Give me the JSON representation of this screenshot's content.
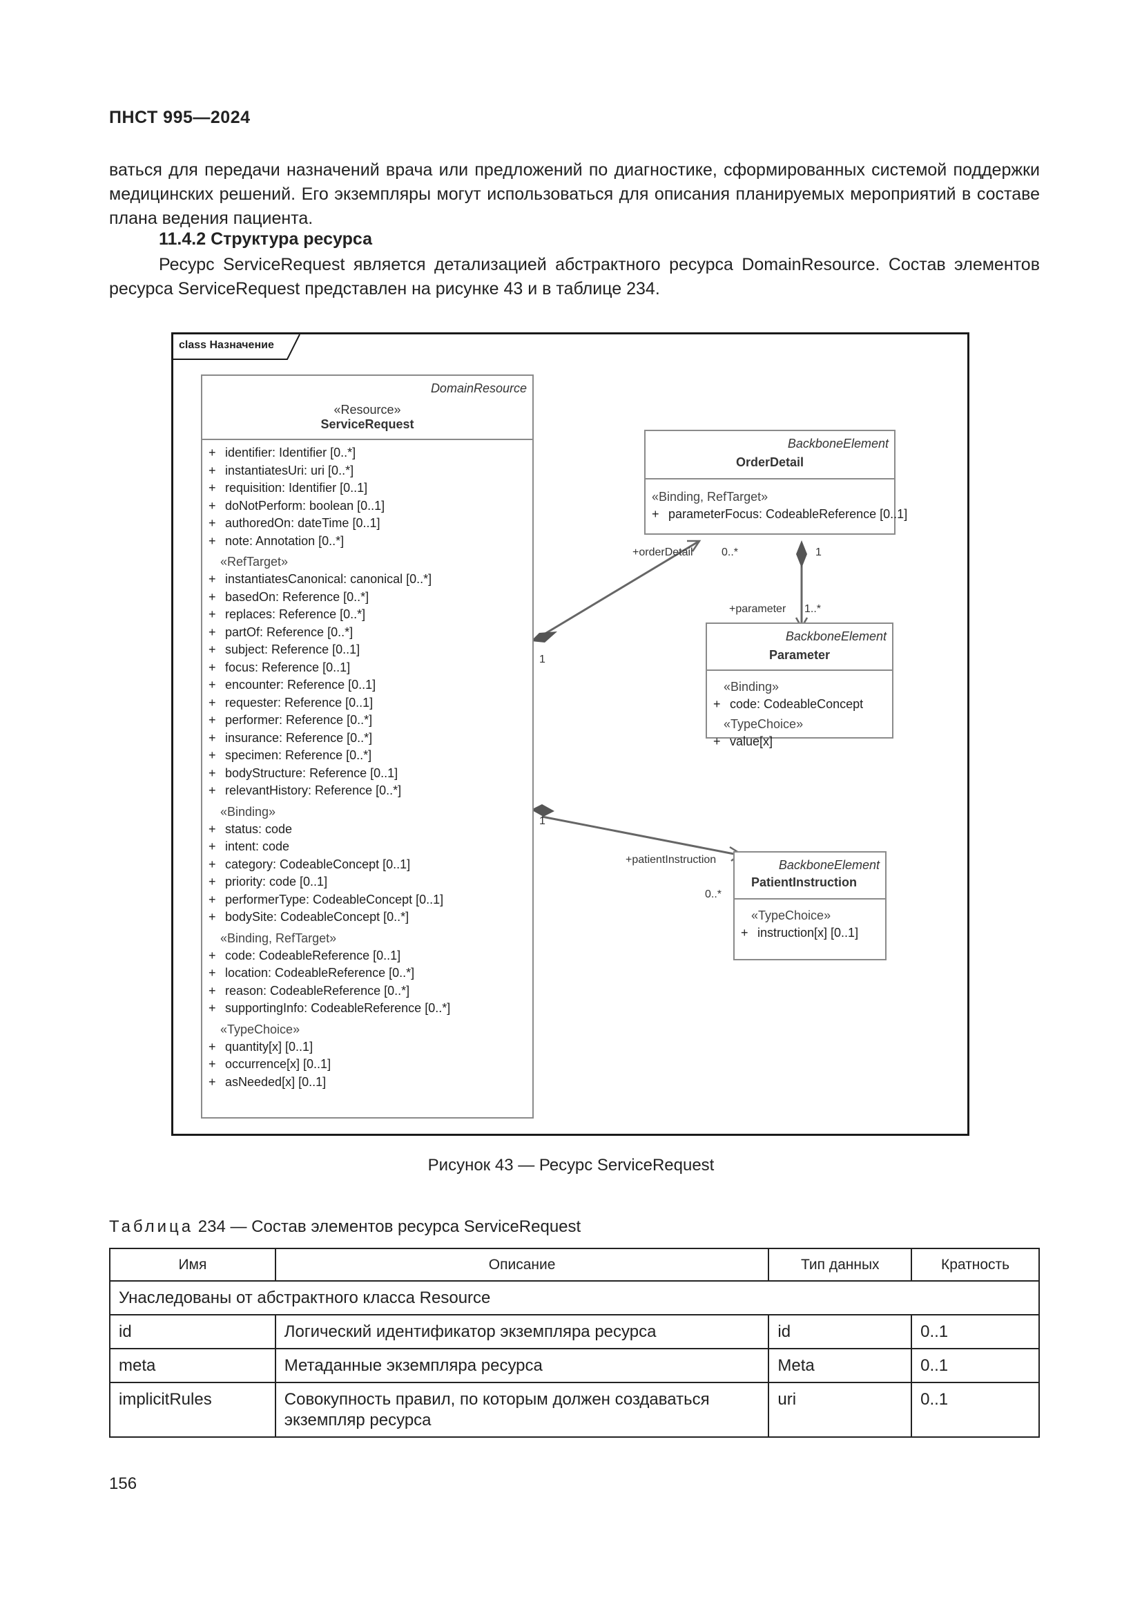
{
  "header": {
    "doc_id": "ПНСТ 995—2024"
  },
  "paragraphs": {
    "p1": "ваться для передачи назначений врача или предложений по диагностике, сформированных системой поддержки медицинских решений. Его экземпляры могут использоваться для описания планируемых мероприятий в составе плана ведения пациента.",
    "heading": "11.4.2 Структура ресурса",
    "p2": "Ресурс ServiceRequest является детализацией абстрактного ресурса DomainResource. Состав элементов ресурса ServiceRequest представлен на рисунке 43 и в таблице 234."
  },
  "diagram": {
    "frame_label": "class Назначение",
    "service_request": {
      "parent": "DomainResource",
      "stereotype": "«Resource»",
      "name": "ServiceRequest",
      "attrs": [
        "identifier: Identifier [0..*]",
        "instantiatesUri: uri [0..*]",
        "requisition: Identifier [0..1]",
        "doNotPerform: boolean [0..1]",
        "authoredOn: dateTime [0..1]",
        "note: Annotation [0..*]"
      ],
      "groups": [
        {
          "label": "«RefTarget»",
          "attrs": [
            "instantiatesCanonical: canonical [0..*]",
            "basedOn: Reference [0..*]",
            "replaces: Reference [0..*]",
            "partOf: Reference [0..*]",
            "subject: Reference [0..1]",
            "focus: Reference [0..1]",
            "encounter: Reference [0..1]",
            "requester: Reference [0..1]",
            "performer: Reference [0..*]",
            "insurance: Reference [0..*]",
            "specimen: Reference [0..*]",
            "bodyStructure: Reference [0..1]",
            "relevantHistory: Reference [0..*]"
          ]
        },
        {
          "label": "«Binding»",
          "attrs": [
            "status: code",
            "intent: code",
            "category: CodeableConcept [0..1]",
            "priority: code [0..1]",
            "performerType: CodeableConcept [0..1]",
            "bodySite: CodeableConcept [0..*]"
          ]
        },
        {
          "label": "«Binding, RefTarget»",
          "attrs": [
            "code: CodeableReference [0..1]",
            "location: CodeableReference [0..*]",
            "reason: CodeableReference [0..*]",
            "supportingInfo: CodeableReference [0..*]"
          ]
        },
        {
          "label": "«TypeChoice»",
          "attrs": [
            "quantity[x] [0..1]",
            "occurrence[x] [0..1]",
            "asNeeded[x] [0..1]"
          ]
        }
      ]
    },
    "order_detail": {
      "parent": "BackboneElement",
      "name": "OrderDetail",
      "group_label": "«Binding, RefTarget»",
      "attrs": [
        "parameterFocus: CodeableReference [0..1]"
      ]
    },
    "parameter": {
      "parent": "BackboneElement",
      "name": "Parameter",
      "group1_label": "«Binding»",
      "group1_attrs": [
        "code: CodeableConcept"
      ],
      "group2_label": "«TypeChoice»",
      "group2_attrs": [
        "value[x]"
      ]
    },
    "patient_instruction": {
      "parent": "BackboneElement",
      "name": "PatientInstruction",
      "group_label": "«TypeChoice»",
      "attrs": [
        "instruction[x] [0..1]"
      ]
    },
    "assoc": {
      "order_detail_role": "+orderDetail",
      "order_detail_mult": "0..*",
      "order_detail_source_mult": "1",
      "od_param_source_mult": "1",
      "parameter_role": "+parameter",
      "parameter_mult": "1..*",
      "pi_source_mult": "1",
      "patient_instruction_role": "+patientInstruction",
      "patient_instruction_mult": "0..*"
    },
    "plus": "+"
  },
  "caption": "Рисунок 43 — Ресурс ServiceRequest",
  "table": {
    "title_prefix": "Таблица",
    "title_rest": " 234 — Состав элементов ресурса ServiceRequest",
    "headers": [
      "Имя",
      "Описание",
      "Тип данных",
      "Кратность"
    ],
    "section_row": "Унаследованы от абстрактного класса Resource",
    "rows": [
      [
        "id",
        "Логический идентификатор экземпляра ресурса",
        "id",
        "0..1"
      ],
      [
        "meta",
        "Метаданные экземпляра ресурса",
        "Meta",
        "0..1"
      ],
      [
        "implicitRules",
        "Совокупность правил, по которым должен создаваться экземпляр ресурса",
        "uri",
        "0..1"
      ]
    ]
  },
  "page_number": "156"
}
